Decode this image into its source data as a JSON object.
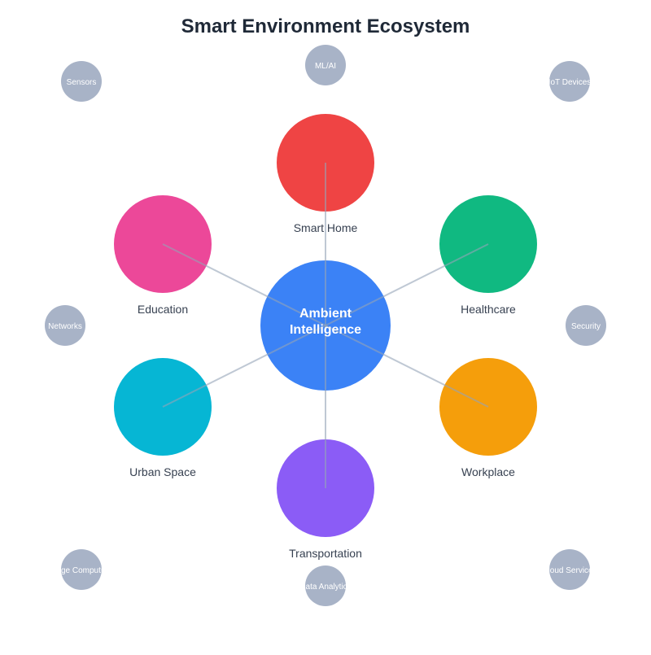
{
  "title": "Smart Environment Ecosystem",
  "center": {
    "label_line1": "Ambient",
    "label_line2": "Intelligence",
    "color": "#3b82f6"
  },
  "domains": [
    {
      "label": "Smart Home",
      "color": "#ef4444"
    },
    {
      "label": "Healthcare",
      "color": "#10b981"
    },
    {
      "label": "Workplace",
      "color": "#f59e0b"
    },
    {
      "label": "Transportation",
      "color": "#8b5cf6"
    },
    {
      "label": "Urban Space",
      "color": "#06b6d4"
    },
    {
      "label": "Education",
      "color": "#ec4899"
    }
  ],
  "technologies": [
    {
      "label": "Sensors"
    },
    {
      "label": "ML/AI"
    },
    {
      "label": "IoT Devices"
    },
    {
      "label": "Networks"
    },
    {
      "label": "Security"
    },
    {
      "label": "Edge Computing"
    },
    {
      "label": "Data Analytics"
    },
    {
      "label": "Cloud Services"
    }
  ],
  "tech_color": "#a8b3c7"
}
